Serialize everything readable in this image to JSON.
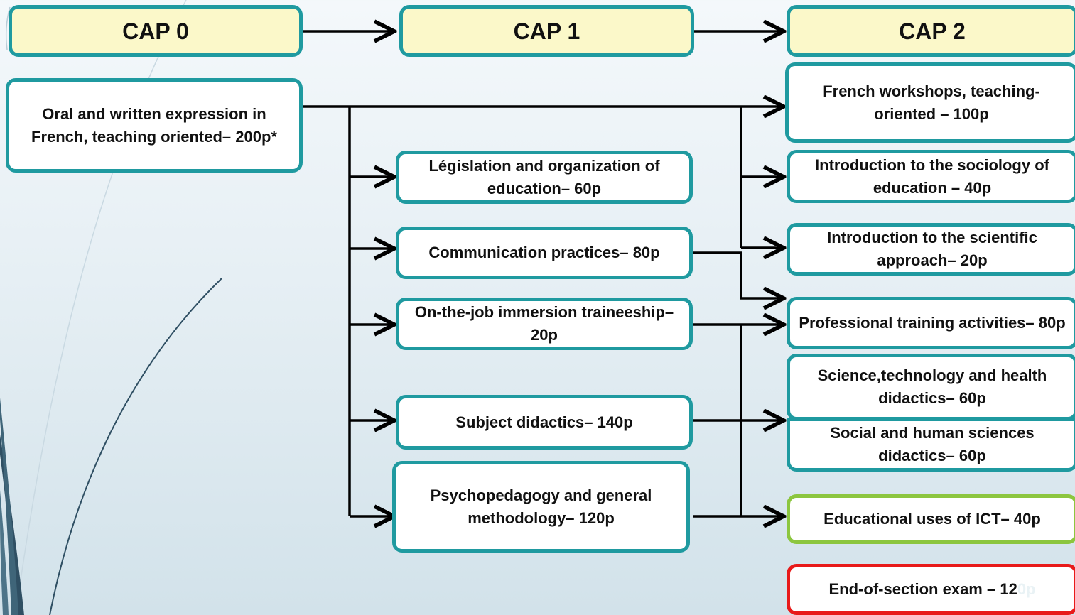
{
  "headers": {
    "cap0": "CAP 0",
    "cap1": "CAP 1",
    "cap2": "CAP 2"
  },
  "cap0": {
    "oral_written": "Oral and written expression in French, teaching oriented– 200p*"
  },
  "cap1": {
    "legislation": "Législation and organization of education– 60p",
    "communication": "Communication practices– 80p",
    "immersion": "On-the-job immersion traineeship– 20p",
    "subject_didactics": "Subject didactics– 140p",
    "psychopedagogy": "Psychopedagogy and general methodology– 120p"
  },
  "cap2": {
    "french_workshops": "French workshops, teaching-oriented – 100p",
    "sociology": "Introduction to the sociology of education – 40p",
    "scientific_approach": "Introduction to the scientific approach– 20p",
    "professional_training": "Professional training activities– 80p",
    "science_didactics": "Science,technology and health didactics– 60p",
    "social_didactics": "Social and human sciences didactics– 60p",
    "ict": "Educational uses of ICT– 40p",
    "exam_main": "End-of-section exam – 12",
    "exam_faded": "0p"
  },
  "colors": {
    "border_teal": "#1f9aa0",
    "header_fill": "#fbf8c9",
    "ict_border": "#8cc63f",
    "exam_border": "#e81a1a",
    "connector": "#000000"
  }
}
